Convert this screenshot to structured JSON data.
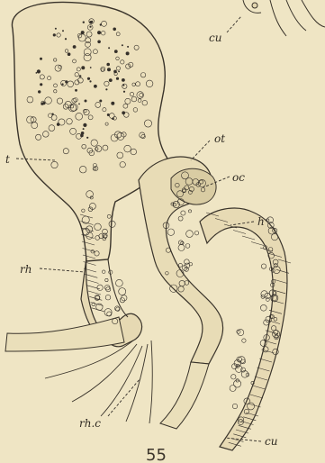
{
  "figure": {
    "number": "55",
    "labels": {
      "cu_top": "cu",
      "ot": "ot",
      "oc": "oc",
      "t": "t",
      "h": "h",
      "rh": "rh",
      "rhc": "rh.c",
      "cu_bottom": "cu"
    }
  },
  "colors": {
    "background": "#efe5c4",
    "ink": "#35302a",
    "tissue_light": "#ede2c0",
    "tissue_mid": "#dccfa9"
  }
}
